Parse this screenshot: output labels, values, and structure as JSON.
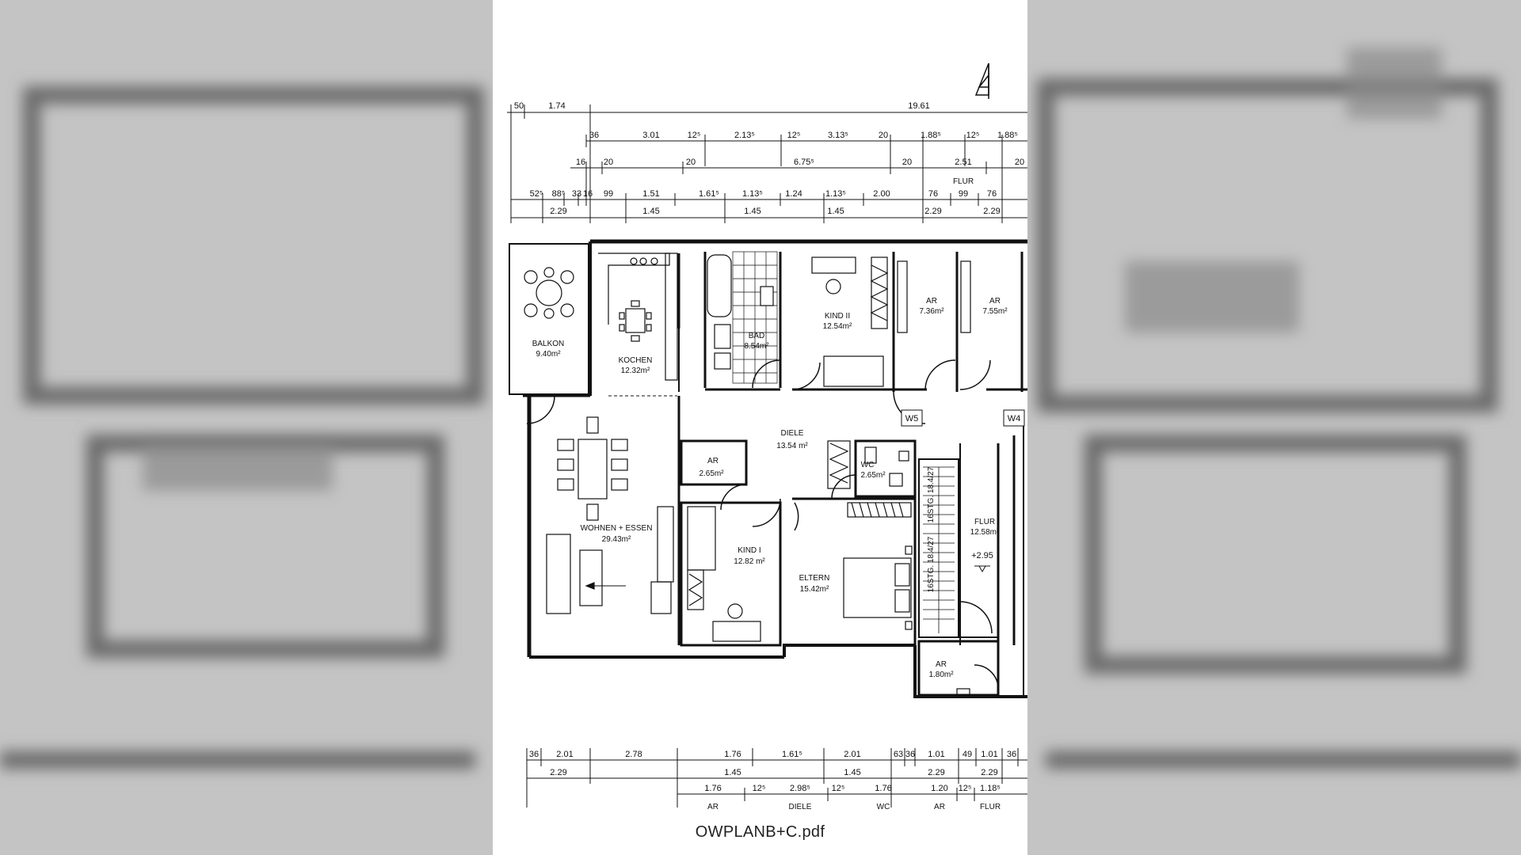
{
  "document": {
    "filename": "OWPLANB+C.pdf"
  },
  "rooms": [
    {
      "name": "BALKON",
      "area": "9.40m²"
    },
    {
      "name": "KOCHEN",
      "area": "12.32m²"
    },
    {
      "name": "BAD",
      "area": "8.54m²"
    },
    {
      "name": "KIND II",
      "area": "12.54m²"
    },
    {
      "name": "AR",
      "area": "7.36m²"
    },
    {
      "name": "AR",
      "area": "7.55m²"
    },
    {
      "name": "DIELE",
      "area": "13.54 m²"
    },
    {
      "name": "AR",
      "area": "2.65m²"
    },
    {
      "name": "WC",
      "area": "2.65m²"
    },
    {
      "name": "WOHNEN + ESSEN",
      "area": "29.43m²"
    },
    {
      "name": "KIND I",
      "area": "12.82 m²"
    },
    {
      "name": "ELTERN",
      "area": "15.42m²"
    },
    {
      "name": "FLUR",
      "area": "12.58m²"
    },
    {
      "name": "AR",
      "area": "1.80m²"
    }
  ],
  "level_mark": "+2.95",
  "stairs": [
    "16STG. 18.4/27",
    "16STG. 18.4/27"
  ],
  "window_tags": [
    "W5",
    "W4"
  ],
  "dims_top": {
    "row1": [
      "50",
      "1.74",
      "19.61"
    ],
    "row2": [
      "36",
      "3.01",
      "12⁵",
      "2.13⁵",
      "12⁵",
      "3.13⁵",
      "20",
      "1.88⁵",
      "12⁵",
      "1.88⁵"
    ],
    "row3": [
      "16",
      "20",
      "20",
      "6.75⁵",
      "20",
      "2.51",
      "20"
    ],
    "flur": "FLUR",
    "row4": [
      "52⁵",
      "88⁵",
      "33",
      "16",
      "99",
      "1.51",
      "1.61⁵",
      "1.13⁵",
      "1.24",
      "1.13⁵",
      "2.00",
      "76",
      "99",
      "76"
    ],
    "row5": [
      "2.29",
      "1.45",
      "1.45",
      "1.45",
      "2.29",
      "2.29"
    ]
  },
  "dims_bottom": {
    "row1": [
      "36",
      "2.01",
      "2.78",
      "1.76",
      "1.61⁵",
      "2.01",
      "63",
      "36",
      "1.01",
      "49",
      "1.01",
      "36"
    ],
    "row2": [
      "2.29",
      "1.45",
      "1.45",
      "2.29",
      "2.29"
    ],
    "row3": [
      "1.76",
      "12⁵",
      "2.98⁵",
      "12⁵",
      "1.76",
      "1.20",
      "12⁵",
      "1.18⁵"
    ],
    "row4": [
      "AR",
      "DIELE",
      "WC",
      "AR",
      "FLUR"
    ]
  }
}
